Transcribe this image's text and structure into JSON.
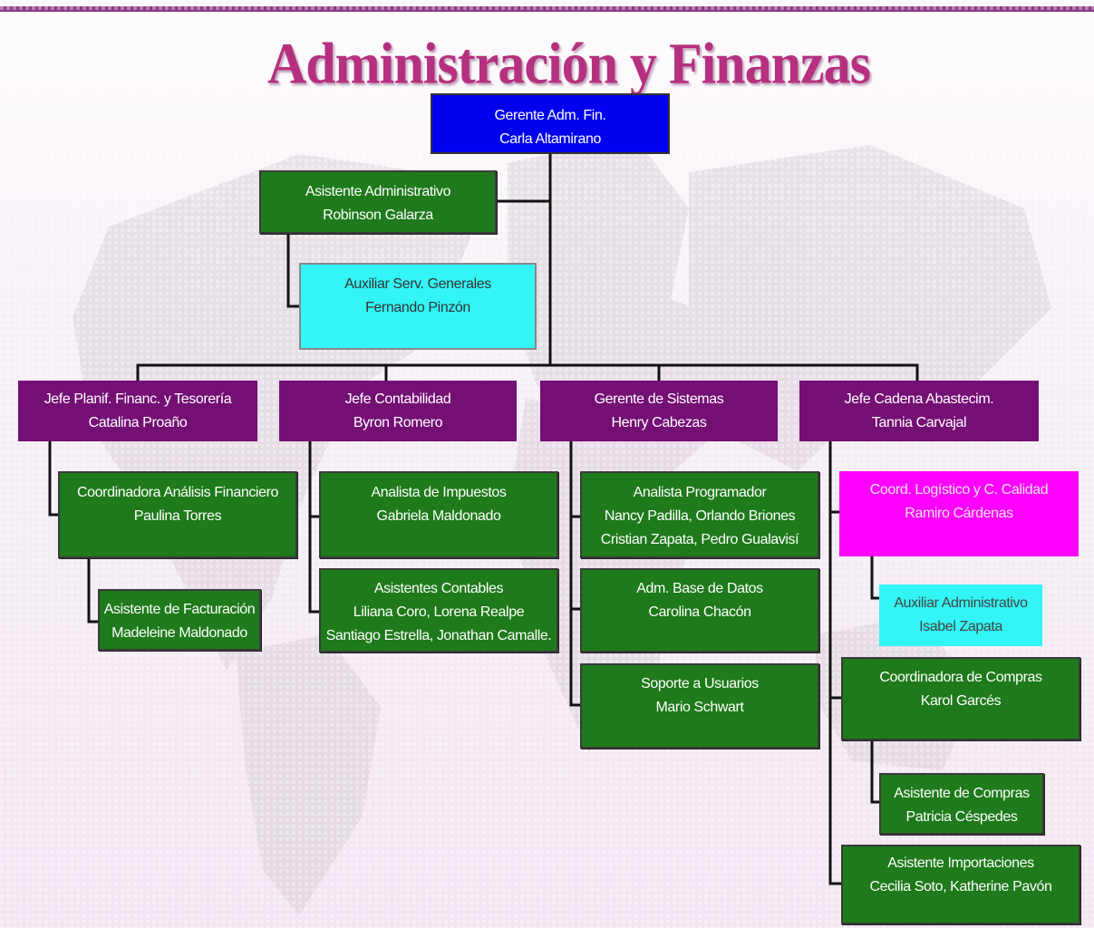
{
  "title": "Administración y Finanzas",
  "colors": {
    "title": "#b5317f",
    "blue": "#0000ee",
    "green": "#1e7a1a",
    "cyan": "#33f5f5",
    "purple": "#740f74",
    "magenta": "#ff00ff"
  },
  "nodes": {
    "gerente_adm_fin": {
      "role": "Gerente Adm. Fin.",
      "name": "Carla Altamirano"
    },
    "asistente_administrativo": {
      "role": "Asistente Administrativo",
      "name": "Robinson Galarza"
    },
    "auxiliar_serv_generales": {
      "role": "Auxiliar Serv. Generales",
      "name": "Fernando Pinzón"
    },
    "jefe_planif": {
      "role": "Jefe Planif. Financ. y Tesorería",
      "name": "Catalina Proaño"
    },
    "jefe_contabilidad": {
      "role": "Jefe Contabilidad",
      "name": "Byron Romero"
    },
    "gerente_sistemas": {
      "role": "Gerente de Sistemas",
      "name": "Henry Cabezas"
    },
    "jefe_cadena": {
      "role": "Jefe Cadena Abastecim.",
      "name": "Tannia Carvajal"
    },
    "coord_analisis": {
      "role": "Coordinadora Análisis Financiero",
      "name": "Paulina Torres"
    },
    "asistente_facturacion": {
      "role": "Asistente de Facturación",
      "name": "Madeleine Maldonado"
    },
    "analista_impuestos": {
      "role": "Analista de Impuestos",
      "name": "Gabriela Maldonado"
    },
    "asistentes_contables": {
      "role": "Asistentes Contables",
      "name": "Liliana Coro, Lorena Realpe",
      "name2": "Santiago Estrella, Jonathan Camalle."
    },
    "analista_programador": {
      "role": "Analista Programador",
      "name": "Nancy Padilla, Orlando Briones",
      "name2": "Cristian Zapata, Pedro Gualavisí"
    },
    "adm_base_datos": {
      "role": "Adm. Base de Datos",
      "name": "Carolina Chacón"
    },
    "soporte_usuarios": {
      "role": "Soporte a Usuarios",
      "name": "Mario Schwart"
    },
    "coord_logistico": {
      "role": "Coord. Logístico y C. Calidad",
      "name": "Ramiro Cárdenas"
    },
    "auxiliar_administrativo": {
      "role": "Auxiliar Administrativo",
      "name": "Isabel Zapata"
    },
    "coord_compras": {
      "role": "Coordinadora de Compras",
      "name": "Karol Garcés"
    },
    "asistente_compras": {
      "role": "Asistente de Compras",
      "name": "Patricia Céspedes"
    },
    "asistente_importaciones": {
      "role": "Asistente Importaciones",
      "name": "Cecilia Soto, Katherine Pavón"
    }
  }
}
